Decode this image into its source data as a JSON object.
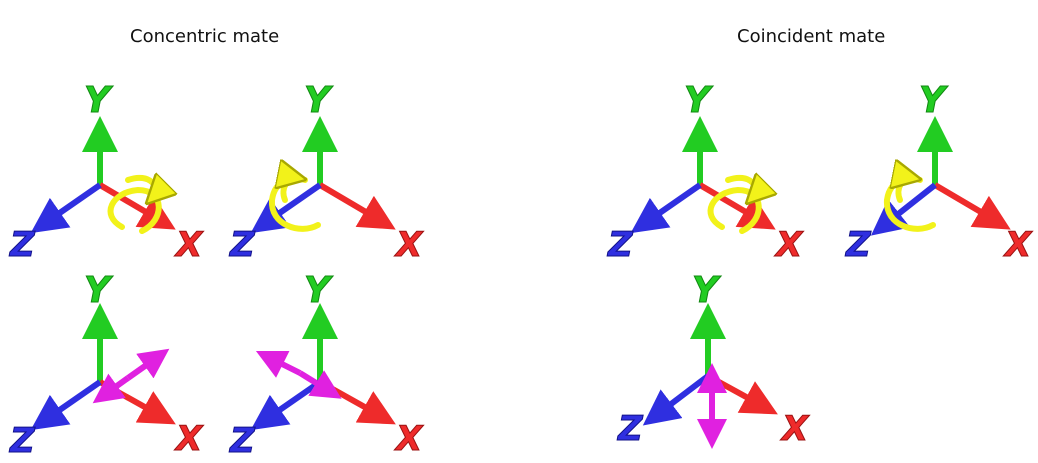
{
  "titles": {
    "concentric": "Concentric mate",
    "coincident": "Coincident mate"
  },
  "axis_labels": {
    "x": "X",
    "y": "Y",
    "z": "Z"
  },
  "colors": {
    "x_axis": "#ee2b2b",
    "y_axis": "#22cc22",
    "z_axis": "#2f2fe0",
    "rotation": "#f2f21a",
    "translation": "#e021e0"
  }
}
